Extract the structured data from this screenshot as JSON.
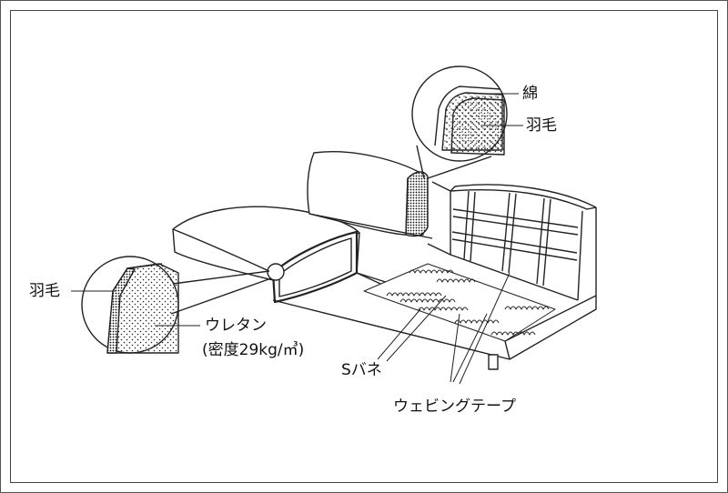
{
  "labels": {
    "cotton": "綿",
    "feather_back": "羽毛",
    "feather_seat": "羽毛",
    "urethane": "ウレタン",
    "density": "(密度29kg/㎥)",
    "s_spring": "Sバネ",
    "webbing_tape": "ウェビングテープ"
  }
}
